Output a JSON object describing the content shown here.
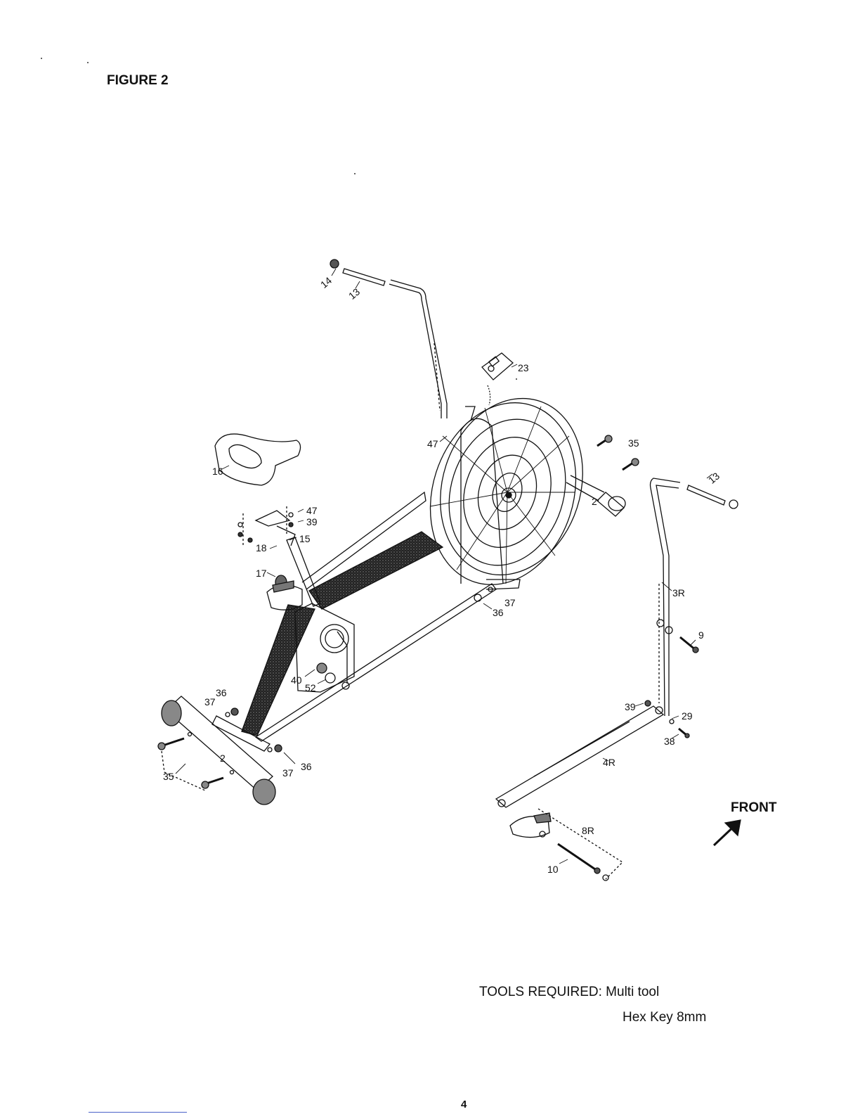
{
  "figure": {
    "title": "FIGURE 2"
  },
  "callouts": {
    "c14": "14",
    "c13a": "13",
    "c23": "23",
    "c47a": "47",
    "c35a": "35",
    "c13b": "13",
    "c2a": "2",
    "c16": "16",
    "c47b": "47",
    "c39a": "39",
    "c18": "18",
    "c15": "15",
    "c17": "17",
    "c37a": "37",
    "c36a": "36",
    "c3R": "3R",
    "c9": "9",
    "c40": "40",
    "c52": "52",
    "c36b": "36",
    "c37b": "37",
    "c39b": "39",
    "c29": "29",
    "c38": "38",
    "c2b": "2",
    "c4R": "4R",
    "c37c": "37",
    "c36c": "36",
    "c35b": "35",
    "c8R": "8R",
    "c10": "10"
  },
  "front": {
    "label": "FRONT"
  },
  "tools": {
    "label": "TOOLS REQUIRED: Multi tool",
    "item2": "Hex Key 8mm"
  },
  "page": {
    "number": "4"
  }
}
